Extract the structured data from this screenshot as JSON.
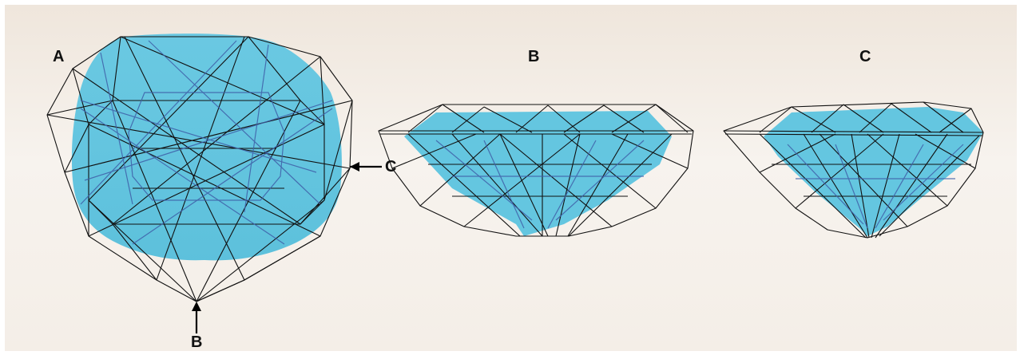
{
  "views": [
    {
      "id": "A",
      "label": "A"
    },
    {
      "id": "B",
      "label": "B"
    },
    {
      "id": "C",
      "label": "C"
    }
  ],
  "pointers": {
    "side": {
      "label": "C"
    },
    "bottom": {
      "label": "B"
    }
  },
  "colors": {
    "fill": "#5cc3df",
    "wire": "#111111",
    "facet": "#3f5fa8",
    "background": "#f3ede6"
  }
}
